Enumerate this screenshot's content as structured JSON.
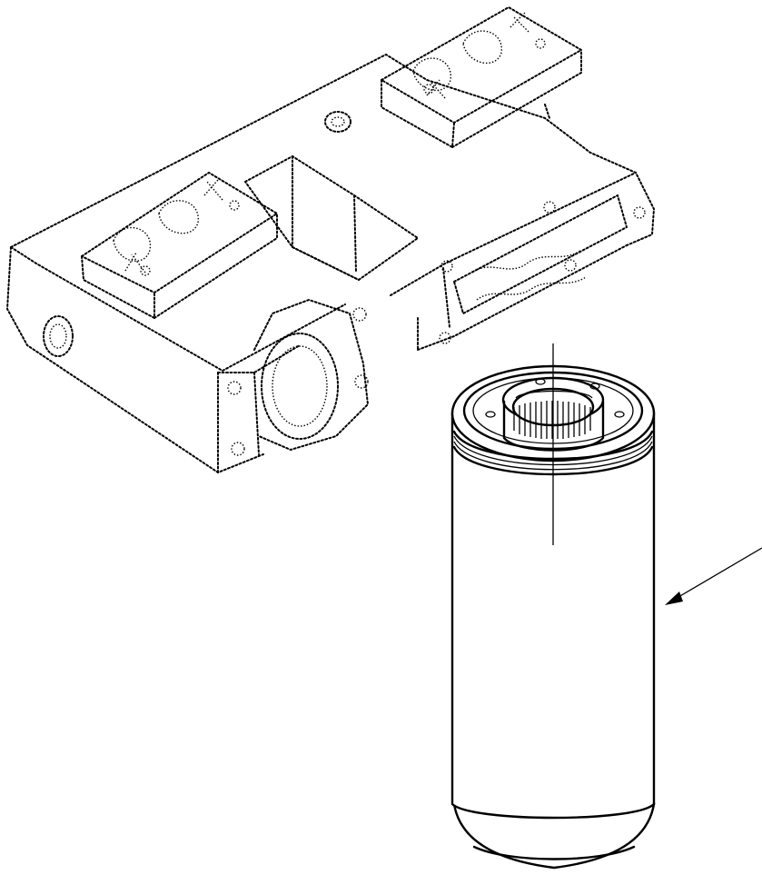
{
  "drawing": {
    "type": "exploded parts illustration",
    "background": "#ffffff",
    "line_color": "#000000",
    "parts": [
      {
        "name": "filter-head",
        "style": "dashed phantom outline"
      },
      {
        "name": "spin-on-filter-cartridge",
        "style": "solid outline"
      }
    ],
    "callouts": [
      {
        "name": "filter-leader-arrow",
        "label": ""
      }
    ]
  }
}
